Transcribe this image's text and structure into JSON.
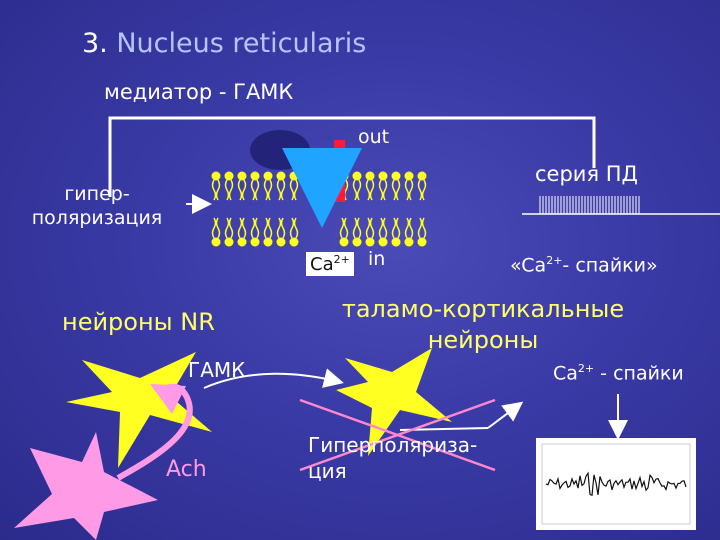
{
  "title": {
    "number": "3.",
    "name": "Nucleus reticularis"
  },
  "subtitle": "медиатор - ГАМК",
  "membrane": {
    "out_label": "out",
    "in_label": "in",
    "ca_label": "Ca",
    "ca_sup": "2+"
  },
  "left_label": "гипер-поляризация",
  "right": {
    "series_label": "серия ПД",
    "spikes_label_pre": "«Ca",
    "spikes_label_sup": "2+",
    "spikes_label_post": "- спайки»"
  },
  "neurons": {
    "nr_label": "нейроны NR",
    "gaba_label": "ГАМК",
    "tc_label": "таламо-кортикальные нейроны",
    "ach_label": "Ach",
    "hyper_label": "Гиперполяриза-ция",
    "ca_spikes_pre": "Ca",
    "ca_spikes_sup": "2+",
    "ca_spikes_post": " - спайки"
  },
  "colors": {
    "background": "#3a3aa6",
    "neuron_yellow": "#ffff22",
    "neuron_pink": "#ff9ae6",
    "channel_red": "#ff1a3c",
    "ligand_navy": "#23237a",
    "arrow_blue": "#1fa4ff",
    "accent_title": "#b8c4ff"
  }
}
